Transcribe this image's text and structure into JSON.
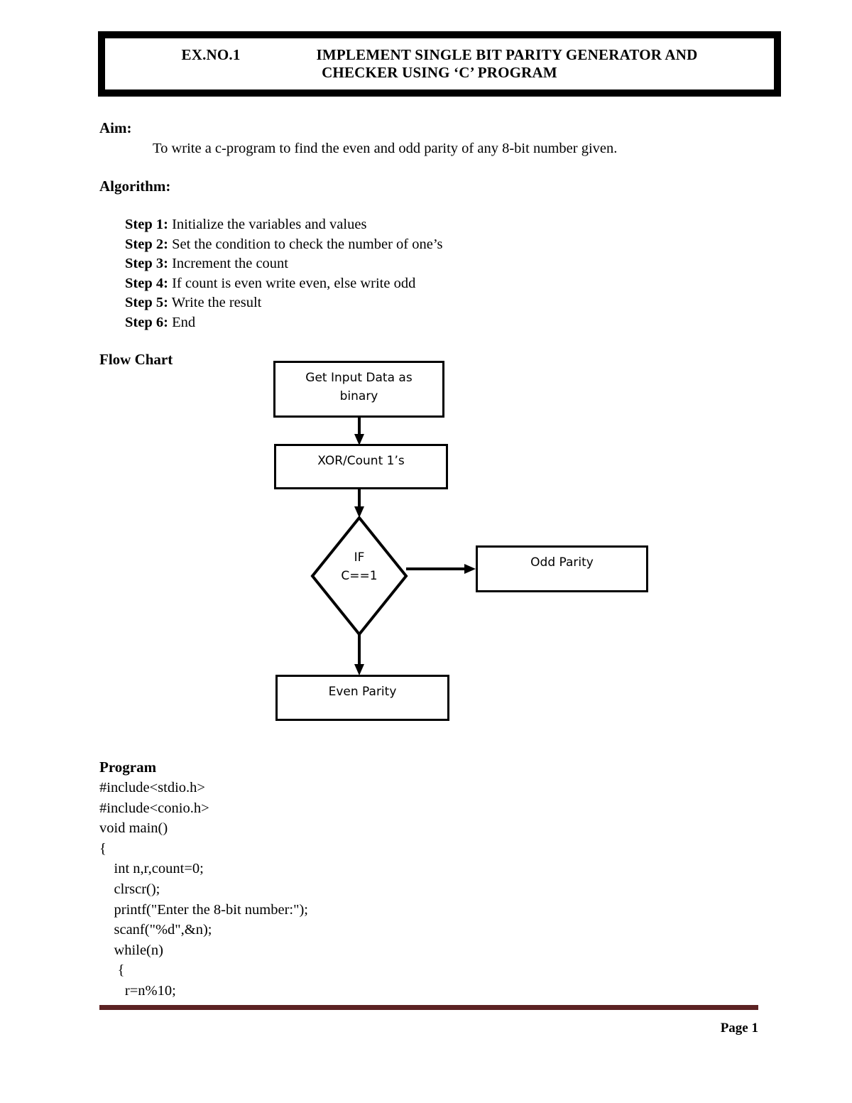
{
  "header": {
    "exno": "EX.NO.1",
    "title_line1": "IMPLEMENT SINGLE BIT PARITY GENERATOR AND",
    "title_line2": "CHECKER USING ‘C’ PROGRAM"
  },
  "aim": {
    "heading": "Aim:",
    "text": "To write a c-program to find the even and odd parity of any 8-bit number given."
  },
  "algorithm": {
    "heading": "Algorithm:",
    "steps": [
      {
        "label": "Step 1:",
        "text": " Initialize the variables and values"
      },
      {
        "label": "Step 2:",
        "text": " Set the condition to check the number of one’s"
      },
      {
        "label": "Step 3:",
        "text": " Increment the count"
      },
      {
        "label": "Step 4:",
        "text": " If count is even write even, else write odd"
      },
      {
        "label": "Step 5:",
        "text": " Write the result"
      },
      {
        "label": "Step 6:",
        "text": " End"
      }
    ]
  },
  "flowchart": {
    "heading": "Flow Chart",
    "nodes": {
      "input": "Get Input Data as\nbinary",
      "input_line1": "Get Input Data as",
      "input_line2": "binary",
      "process": "XOR/Count 1’s",
      "decision_line1": "IF",
      "decision_line2": "C==1",
      "odd": "Odd Parity",
      "even": "Even Parity"
    }
  },
  "program": {
    "heading": "Program",
    "lines": [
      "#include<stdio.h>",
      "#include<conio.h>",
      "void main()",
      "{",
      "    int n,r,count=0;",
      "    clrscr();",
      "    printf(\"Enter the 8-bit number:\");",
      "    scanf(\"%d\",&n);",
      "    while(n)",
      "     {",
      "       r=n%10;"
    ]
  },
  "footer": {
    "page_label": "Page 1",
    "rule_color": "#5c2223"
  }
}
